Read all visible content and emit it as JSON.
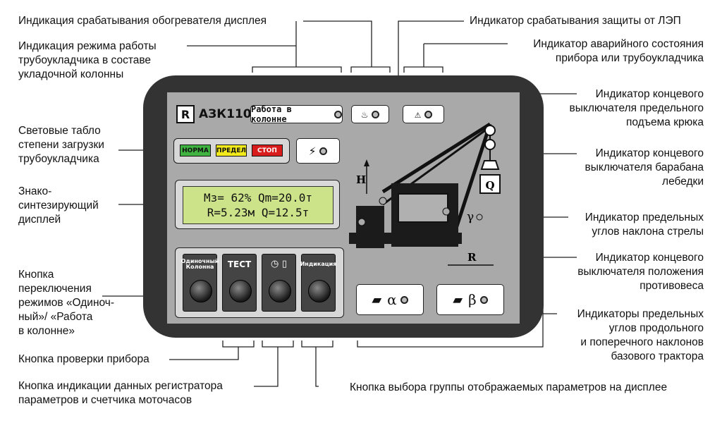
{
  "labels": {
    "heater": "Индикация срабатывания обогревателя дисплея",
    "power_line": "Индикатор срабатывания защиты от ЛЭП",
    "column_mode": "Индикация режима работы\nтрубоукладчика в составе\nукладочной колонны",
    "emergency": "Индикатор аварийного состояния\nприбора или трубоукладчика",
    "hook_limit": "Индикатор концевого\nвыключателя предельного\nподъема крюка",
    "load_boards": "Световые табло\nстепени загрузки\nтрубоукладчика",
    "drum_limit": "Индикатор концевого\nвыключателя барабана\nлебедки",
    "display": "Знако-\nсинтезирующий\nдисплей",
    "boom_angle": "Индикатор предельных\nуглов наклона стрелы",
    "mode_button": "Кнопка\nпереключения\nрежимов «Одиноч-\nный»/ «Работа\nв колонне»",
    "counterweight": "Индикатор концевого\nвыключателя положения\nпротивовеса",
    "tractor_angles": "Индикаторы предельных\nуглов продольного\nи поперечного наклонов\nбазового трактора",
    "test_button": "Кнопка проверки прибора",
    "registrar_button": "Кнопка  индикации данных регистратора\nпараметров и счетчика моточасов",
    "group_button": "Кнопка выбора группы отображаемых параметров на дисплее"
  },
  "device": {
    "model": "АЗК110",
    "logo": "R",
    "column_button": "Работа в колонне",
    "lamps": {
      "norm": "НОРМА",
      "limit": "ПРЕДЕЛ",
      "stop": "СТОП"
    },
    "lcd": {
      "line1": "Мз= 62% Qm=20.0т",
      "line2": "R=5.23м  Q=12.5т"
    },
    "keys": [
      "Одиночный\nКолонна",
      "ТЕСТ",
      "",
      "Индикация"
    ],
    "crane_letters": {
      "h": "H",
      "q": "Q",
      "r": "R",
      "gamma": "γ",
      "alpha": "α",
      "beta": "β"
    }
  },
  "colors": {
    "norm": "#3fb23f",
    "limit": "#f2ea1a",
    "stop": "#d81b1b",
    "lcd": "#cde38a"
  }
}
